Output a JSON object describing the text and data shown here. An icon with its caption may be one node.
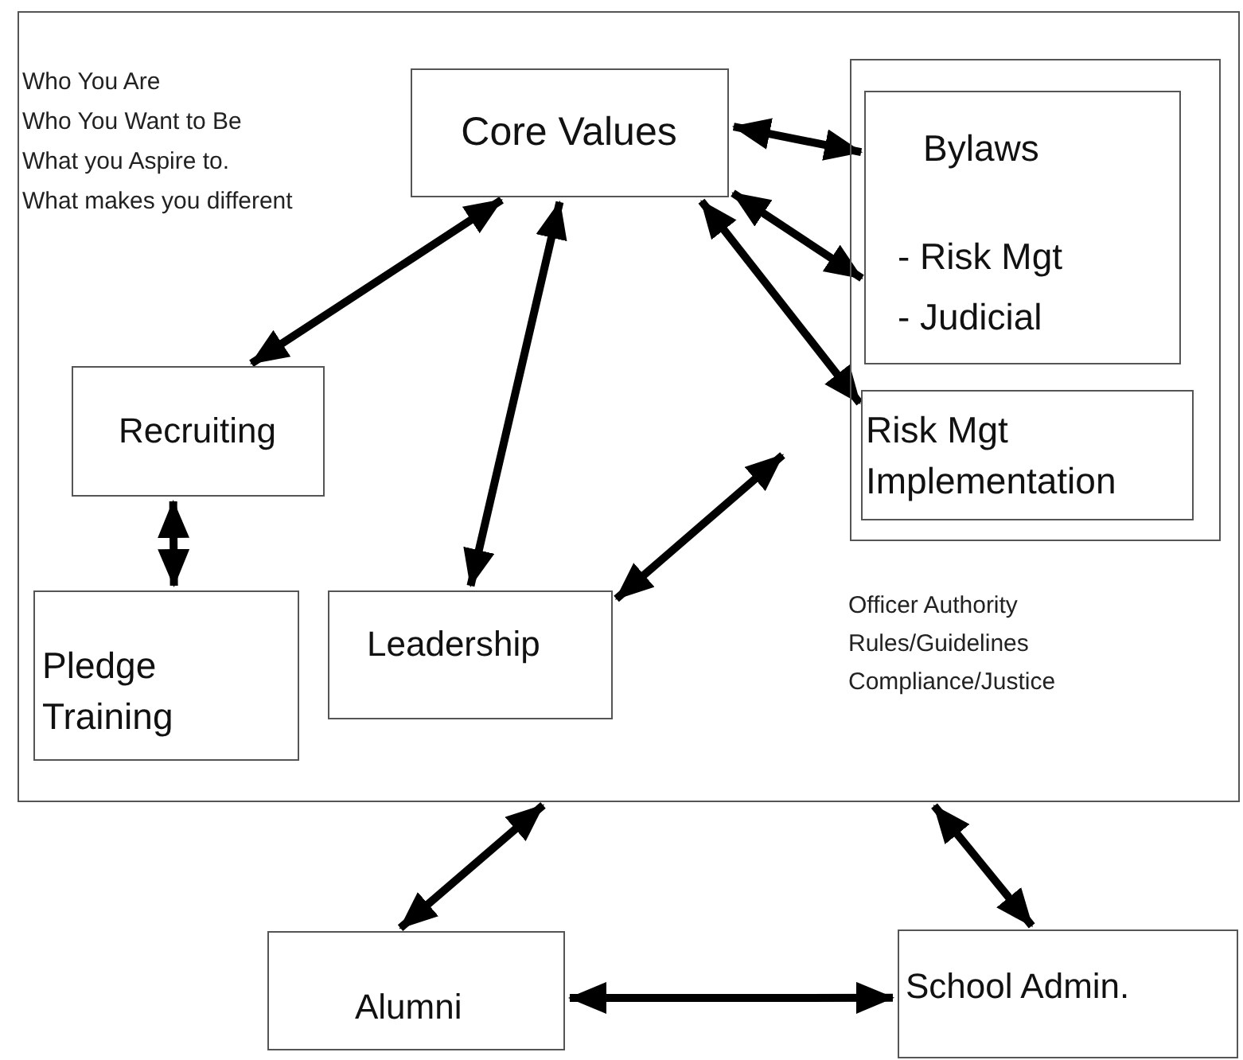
{
  "diagram": {
    "nodes": [
      {
        "text": [],
        "shape": "box"
      },
      {
        "text": [
          "Core Values"
        ],
        "in": 0
      },
      {
        "text": [],
        "shape": "box",
        "in": 0
      },
      {
        "text": [
          "Bylaws",
          "- Risk Mgt",
          "- Judicial"
        ],
        "in": 2
      },
      {
        "text": [
          "Risk Mgt Implementation"
        ],
        "in": 2
      },
      {
        "text": [
          "Recruiting"
        ],
        "in": 0
      },
      {
        "text": [
          "Pledge Training"
        ],
        "in": 0
      },
      {
        "text": [
          "Leadership"
        ],
        "in": 0
      },
      {
        "text": [
          "Alumni"
        ]
      },
      {
        "text": [
          "School Admin."
        ]
      }
    ],
    "edges": [
      {
        "from": 1,
        "to": 3,
        "arrow": "both"
      },
      {
        "from": 1,
        "to": 3,
        "arrow": "both"
      },
      {
        "from": 1,
        "to": 4,
        "arrow": "both"
      },
      {
        "from": 1,
        "to": 5,
        "arrow": "both"
      },
      {
        "from": 1,
        "to": 7,
        "arrow": "both"
      },
      {
        "from": 5,
        "to": 6,
        "arrow": "both"
      },
      {
        "from": 7,
        "to": null,
        "arrow": "both"
      },
      {
        "from": 0,
        "to": 8,
        "arrow": "both"
      },
      {
        "from": 0,
        "to": 9,
        "arrow": "both"
      },
      {
        "from": 8,
        "to": 9,
        "arrow": "both"
      }
    ],
    "labels": [
      "Who You Are",
      "Who You Want to Be",
      "What you Aspire to.",
      "What makes you different",
      "Officer Authority",
      "Rules/Guidelines",
      "Compliance/Justice"
    ]
  }
}
